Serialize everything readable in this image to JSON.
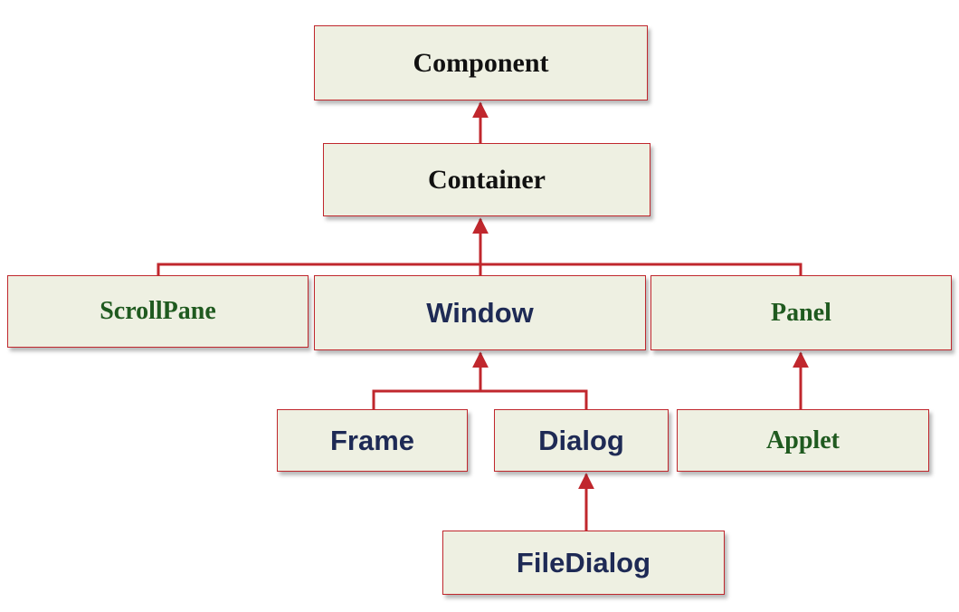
{
  "nodes": {
    "component": "Component",
    "container": "Container",
    "scrollpane": "ScrollPane",
    "window": "Window",
    "panel": "Panel",
    "frame": "Frame",
    "dialog": "Dialog",
    "applet": "Applet",
    "filedialog": "FileDialog"
  },
  "colors": {
    "box_fill": "#eef0e2",
    "border_and_arrows": "#c0272d",
    "serif_text": "#111111",
    "green_text": "#1f5a1f",
    "navy_text": "#1e2a55"
  }
}
